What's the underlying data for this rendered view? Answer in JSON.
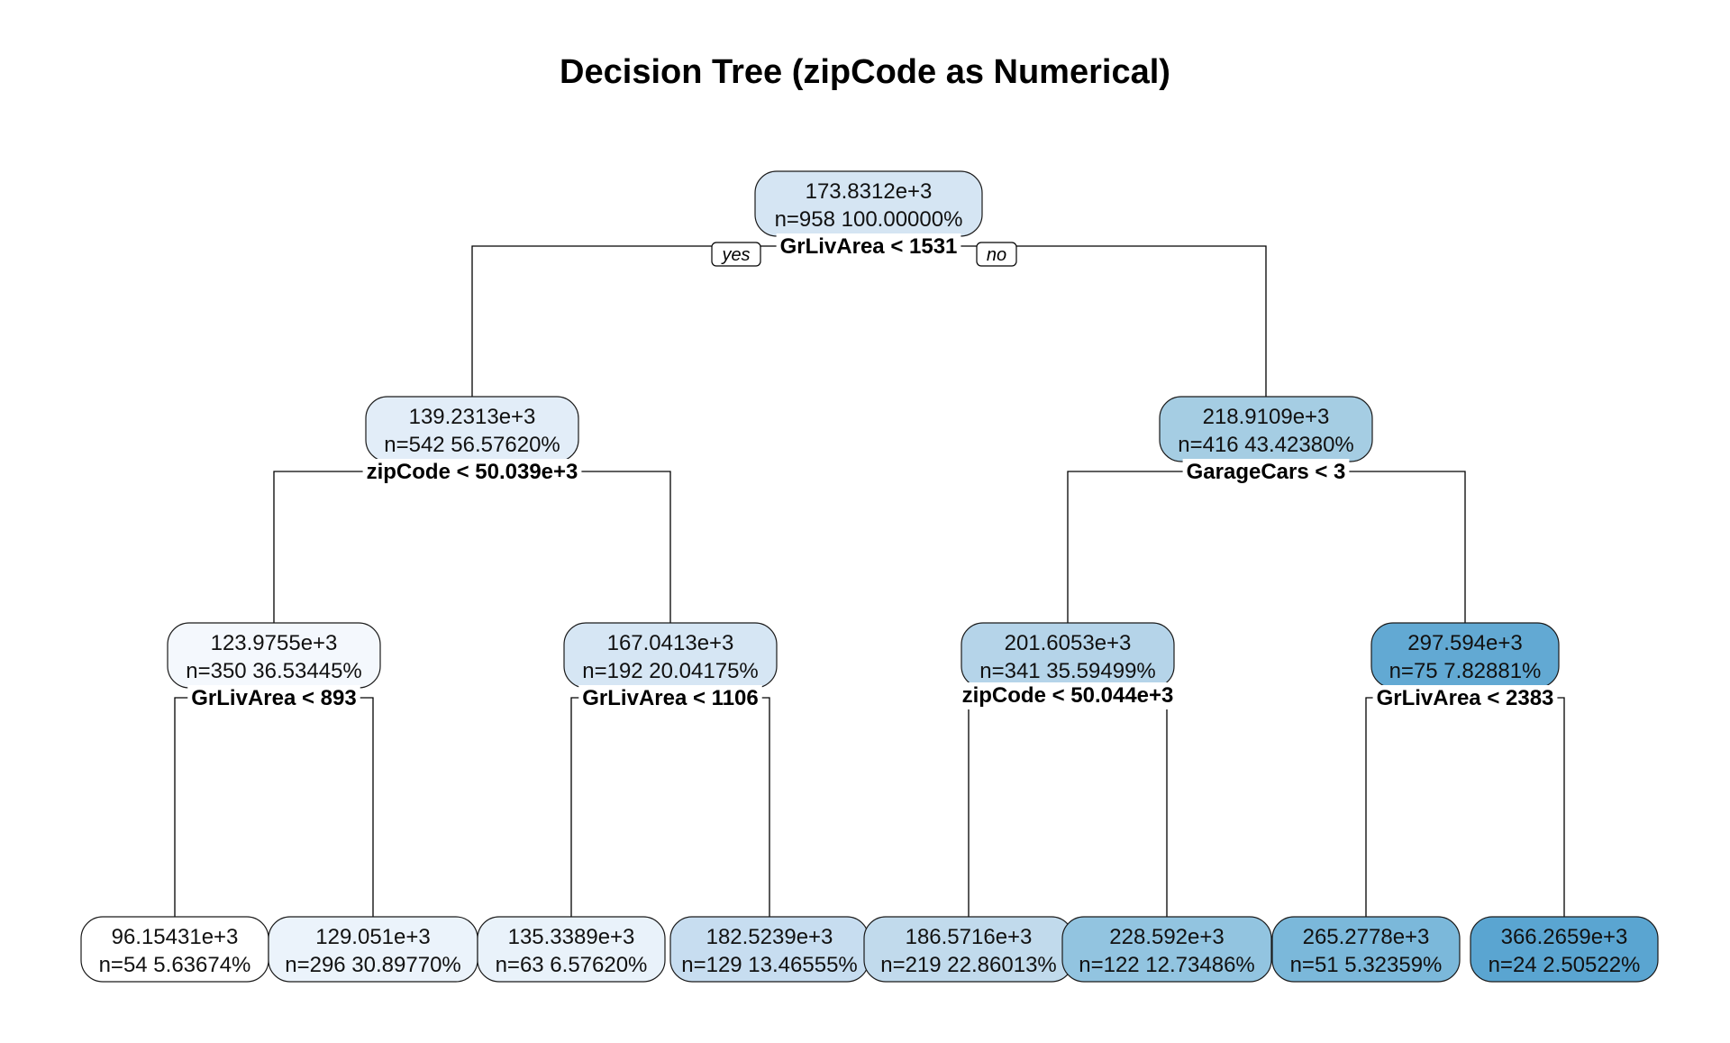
{
  "title": "Decision Tree (zipCode as Numerical)",
  "labels": {
    "yes": "yes",
    "no": "no"
  },
  "nodes": [
    {
      "id": "n1",
      "value": "173.8312e+3",
      "stats": "n=958  100.00000%",
      "split": "GrLivArea < 1531",
      "color": "#d5e5f3"
    },
    {
      "id": "n2",
      "value": "139.2313e+3",
      "stats": "n=542  56.57620%",
      "split": "zipCode < 50.039e+3",
      "color": "#e2edf8"
    },
    {
      "id": "n3",
      "value": "218.9109e+3",
      "stats": "n=416  43.42380%",
      "split": "GarageCars < 3",
      "color": "#a5cde3"
    },
    {
      "id": "n4",
      "value": "123.9755e+3",
      "stats": "n=350  36.53445%",
      "split": "GrLivArea < 893",
      "color": "#f4f8fd"
    },
    {
      "id": "n5",
      "value": "167.0413e+3",
      "stats": "n=192  20.04175%",
      "split": "GrLivArea < 1106",
      "color": "#d6e6f4"
    },
    {
      "id": "n6",
      "value": "201.6053e+3",
      "stats": "n=341  35.59499%",
      "split": "zipCode < 50.044e+3",
      "color": "#b5d4e9"
    },
    {
      "id": "n7",
      "value": "297.594e+3",
      "stats": "n=75  7.82881%",
      "split": "GrLivArea < 2383",
      "color": "#62a9d3"
    },
    {
      "id": "n8",
      "value": "96.15431e+3",
      "stats": "n=54  5.63674%",
      "color": "#ffffff"
    },
    {
      "id": "n9",
      "value": "129.051e+3",
      "stats": "n=296  30.89770%",
      "color": "#ebf3fb"
    },
    {
      "id": "n10",
      "value": "135.3389e+3",
      "stats": "n=63  6.57620%",
      "color": "#e9f2fa"
    },
    {
      "id": "n11",
      "value": "182.5239e+3",
      "stats": "n=129  13.46555%",
      "color": "#c7ddf0"
    },
    {
      "id": "n12",
      "value": "186.5716e+3",
      "stats": "n=219  22.86013%",
      "color": "#c1daec"
    },
    {
      "id": "n13",
      "value": "228.592e+3",
      "stats": "n=122  12.73486%",
      "color": "#92c4e0"
    },
    {
      "id": "n14",
      "value": "265.2778e+3",
      "stats": "n=51  5.32359%",
      "color": "#7bb8da"
    },
    {
      "id": "n15",
      "value": "366.2659e+3",
      "stats": "n=24  2.50522%",
      "color": "#5aa5d1"
    }
  ]
}
